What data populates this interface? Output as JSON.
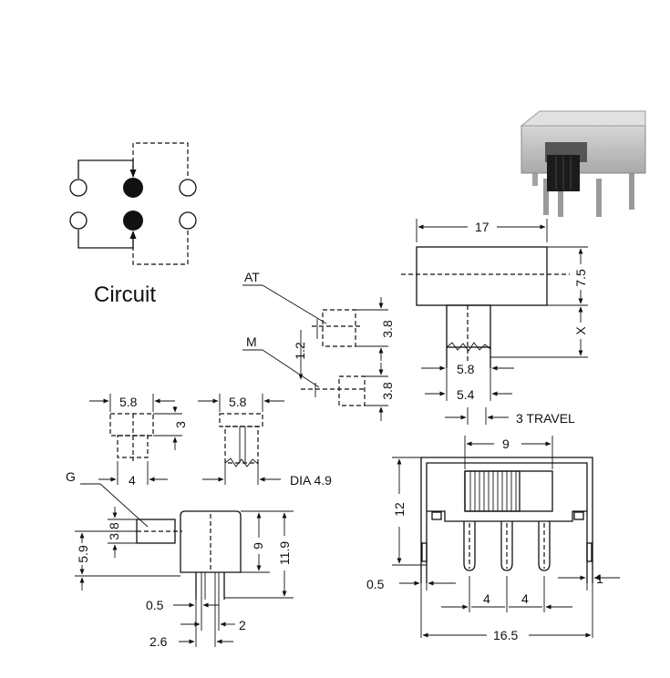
{
  "circuit": {
    "caption": "Circuit"
  },
  "labels": {
    "at": "AT",
    "m": "M",
    "g": "G",
    "dia": "DIA 4.9",
    "travel": "3 TRAVEL"
  },
  "dims": {
    "d17": "17",
    "d7_5": "7.5",
    "dx": "X",
    "d5_8": "5.8",
    "d5_4": "5.4",
    "d1_2": "1.2",
    "d3_8": "3.8",
    "d3": "3",
    "d4": "4",
    "d9": "9",
    "d11_9": "11.9",
    "d5_9": "5.9",
    "d0_5": "0.5",
    "d2": "2",
    "d2_6": "2.6",
    "d12": "12",
    "d1": "1",
    "d16_5": "16.5"
  },
  "photo": {
    "icon": "slide-switch-photo-icon"
  },
  "colors": {
    "ink": "#111111",
    "body_grey": "#b9b9b9",
    "pin_grey": "#9a9a9a"
  }
}
